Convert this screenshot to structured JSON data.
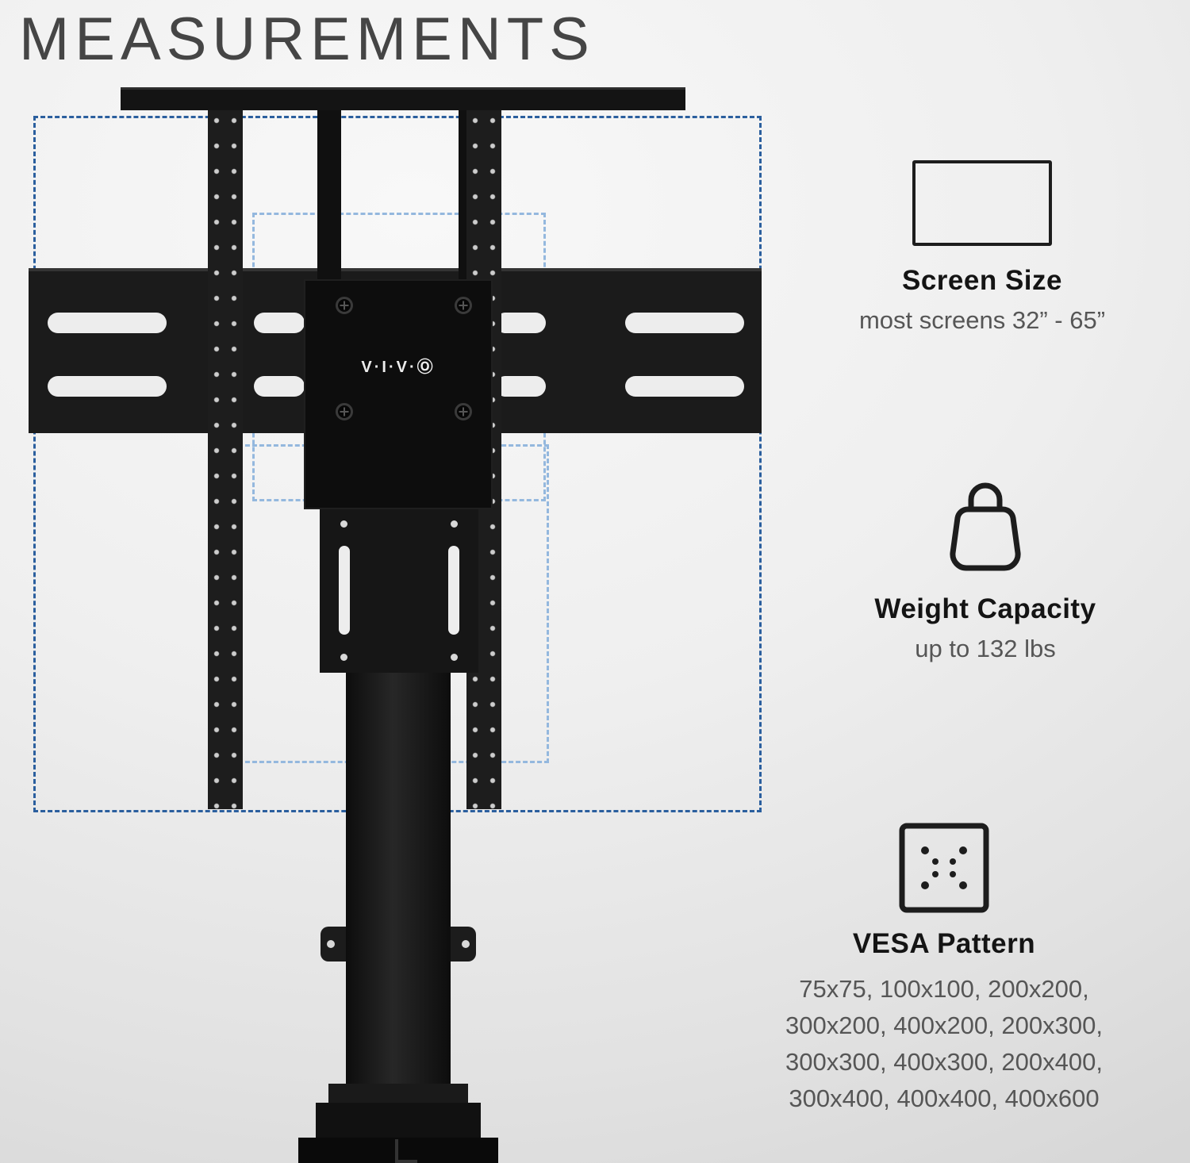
{
  "title": "MEASUREMENTS",
  "stand": {
    "brand_logo": "V·I·V·Ⓞ"
  },
  "specs": {
    "screen": {
      "heading": "Screen Size",
      "detail": "most screens 32” - 65”"
    },
    "weight": {
      "heading": "Weight Capacity",
      "detail": "up to 132 lbs"
    },
    "vesa": {
      "heading": "VESA Pattern",
      "lines": [
        "75x75, 100x100, 200x200,",
        "300x200, 400x200, 200x300,",
        "300x300, 400x300, 200x400,",
        "300x400, 400x400, 400x600"
      ]
    }
  },
  "colors": {
    "accent_blue": "#2b5f9e",
    "light_blue": "#94b8de",
    "stand_black": "#141414"
  }
}
